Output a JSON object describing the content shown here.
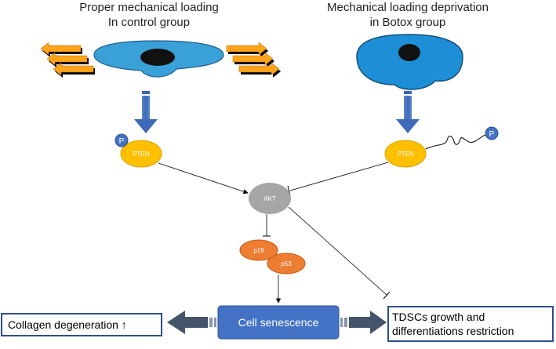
{
  "left_condition": {
    "line1": "Proper mechanical loading",
    "line2": "In control group"
  },
  "right_condition": {
    "line1": "Mechanical loading deprivation",
    "line2": "in Botox group"
  },
  "pten_left": "PTEN",
  "pten_right": "PTEN",
  "phospho_left": "P",
  "phospho_right": "P",
  "akt": "AKT",
  "p19": "p19",
  "p53": "p53",
  "senescence": "Cell senescence",
  "collagen": "Collagen degeneration ↑",
  "tdsc_line1": "TDSCs growth and",
  "tdsc_line2": "differentiations restriction",
  "colors": {
    "cell_left": "#3aa0d8",
    "cell_right": "#1e8fd6",
    "pten": "#ffc000",
    "akt": "#a6a6a6",
    "p_circle": "#4472c4",
    "small_nodes": "#ed7d31",
    "senescence_box": "#4472c4",
    "down_arrow": "#4472c4",
    "side_arrow": "#44546a",
    "flow_arrow": "#ffa31a"
  }
}
